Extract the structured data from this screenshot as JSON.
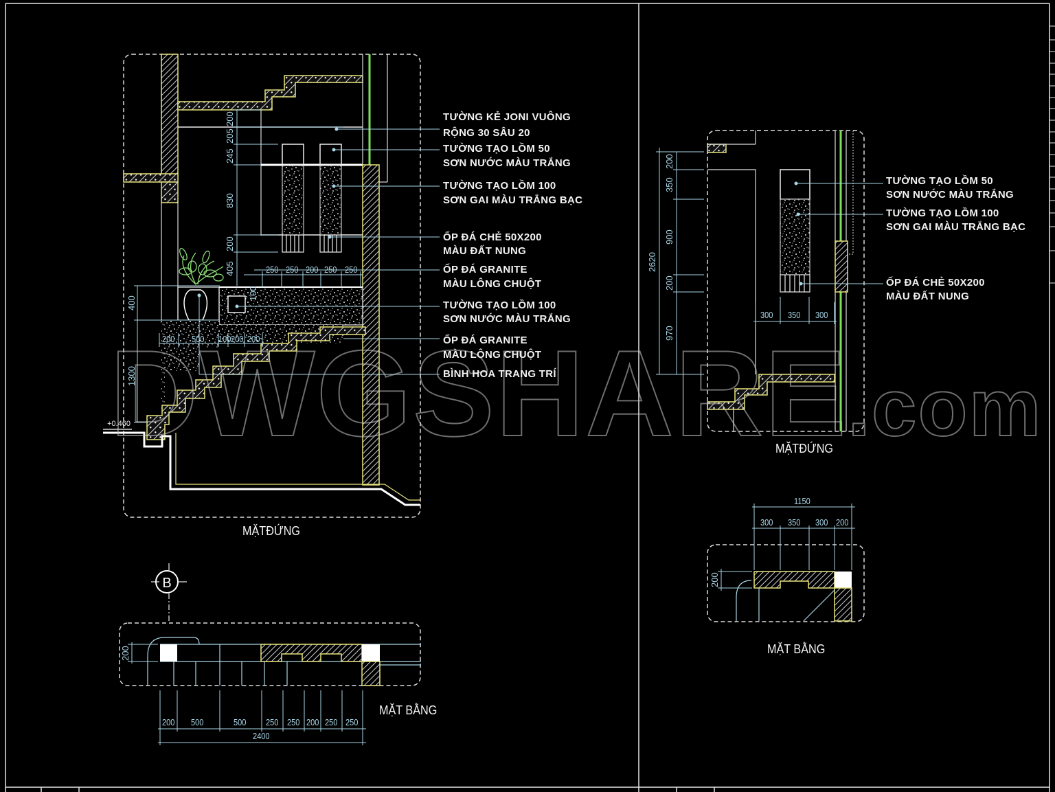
{
  "app": "AutoCAD drawing viewer",
  "watermark": {
    "main": "DWGSHARE",
    "suffix": ".com"
  },
  "colors": {
    "background": "#000000",
    "outline": "#f0f0f0",
    "hatch_border": "#e8e47a",
    "dimension": "#a9d6e6",
    "plant": "#8fe07a",
    "glass_line": "#7ee05a"
  },
  "left_panel": {
    "elevation": {
      "title": "MẶTĐỨNG",
      "level_mark": "+0.460",
      "annotations": [
        {
          "line1": "TƯỜNG KẺ JONI VUÔNG",
          "line2": "RỘNG 30 SÂU 20"
        },
        {
          "line1": "TƯỜNG TẠO LỒM 50",
          "line2": "SƠN NƯỚC MÀU TRẮNG"
        },
        {
          "line1": "TƯỜNG TẠO LỒM 100",
          "line2": "SƠN GAI MÀU TRẮNG BẠC"
        },
        {
          "line1": "ỐP ĐÁ CHẺ 50X200",
          "line2": "MÀU ĐẤT NUNG"
        },
        {
          "line1": "ỐP ĐÁ GRANITE",
          "line2": "MÀU LÔNG CHUỘT"
        },
        {
          "line1": "TƯỜNG TẠO LỒM 100",
          "line2": "SƠN NƯỚC MÀU TRẮNG"
        },
        {
          "line1": "ỐP ĐÁ GRANITE",
          "line2": "MÀU LÔNG CHUỘT"
        },
        {
          "line1": "BÌNH HOA TRANG TRÍ",
          "line2": ""
        }
      ],
      "vertical_dims": [
        "200",
        "205",
        "245",
        "830",
        "200",
        "405"
      ],
      "left_dims": [
        "400",
        "1300"
      ],
      "top_horizontal_dims": [
        "250",
        "250",
        "200",
        "250",
        "250"
      ],
      "bottom_horizontal_dims": [
        "200",
        "500",
        "100",
        "200",
        "200"
      ],
      "small_dim": "100"
    },
    "plan": {
      "title": "MẶT BẰNG",
      "grid_marker": "B",
      "side_dim": "200",
      "dims": [
        "200",
        "500",
        "500",
        "250",
        "250",
        "200",
        "250",
        "250"
      ],
      "total": "2400"
    }
  },
  "right_panel": {
    "elevation": {
      "title": "MẶTĐỨNG",
      "annotations": [
        {
          "line1": "TƯỜNG TẠO LỒM 50",
          "line2": "SƠN NƯỚC MÀU TRẮNG"
        },
        {
          "line1": "TƯỜNG TẠO LỒM 100",
          "line2": "SƠN GAI MÀU TRẮNG BẠC"
        },
        {
          "line1": "ỐP ĐÁ CHẺ 50X200",
          "line2": "MÀU ĐẤT NUNG"
        }
      ],
      "vertical_dims": [
        "200",
        "350",
        "900",
        "200",
        "970"
      ],
      "total_vertical": "2620",
      "horizontal_dims": [
        "300",
        "350",
        "300"
      ]
    },
    "plan": {
      "title": "MẶT BẰNG",
      "total": "1150",
      "dims": [
        "300",
        "350",
        "300",
        "200"
      ],
      "side_dim": "200"
    }
  }
}
